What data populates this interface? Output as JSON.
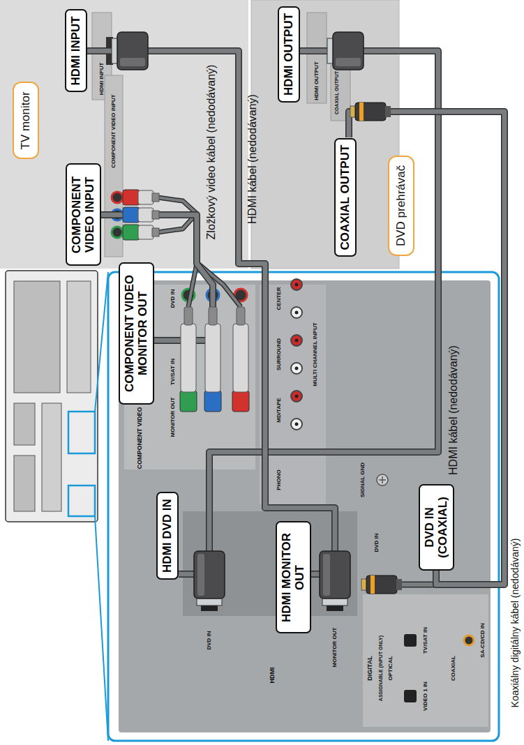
{
  "diagram": {
    "nodes": [
      {
        "text": [
          "TV monitor"
        ]
      },
      {
        "text": [
          "HDMI INPUT"
        ]
      },
      {
        "text": [
          "COMPONENT VIDEO INPUT"
        ]
      },
      {
        "text": [
          "DVD prehrávač"
        ]
      },
      {
        "text": [
          "HDMI OUTPUT"
        ]
      },
      {
        "text": [
          "COAXIAL OUTPUT"
        ]
      },
      {
        "text": [
          "COMPONENT VIDEO MONITOR OUT"
        ]
      },
      {
        "text": [
          "HDMI DVD IN"
        ]
      },
      {
        "text": [
          "HDMI MONITOR OUT"
        ]
      },
      {
        "text": [
          "DVD IN (COAXIAL)"
        ]
      }
    ],
    "edges": [
      {
        "from": 6,
        "to": 2,
        "arrow": "none",
        "label": "Zložkový video kábel (nedodávaný)"
      },
      {
        "from": 4,
        "to": 7,
        "arrow": "none",
        "label": "HDMI kábel (nedodávaný)"
      },
      {
        "from": 8,
        "to": 1,
        "arrow": "none",
        "label": "HDMI kábel (nedodávaný)"
      },
      {
        "from": 5,
        "to": 9,
        "arrow": "none",
        "label": "Koaxiálny digitálny kábel (nedodávaný)"
      }
    ],
    "labels": [
      "HDMI INPUT",
      "COMPONENT VIDEO INPUT",
      "HDMI OUTPUT",
      "COAXIAL OUTPUT",
      "COMPONENT VIDEO",
      "MONITOR OUT",
      "TV/SAT IN",
      "DVD IN",
      "PHONO",
      "MD/TAPE",
      "SURROUND",
      "CENTER",
      "MULTI CHANNEL INPUT",
      "SIGNAL GND",
      "HDMI",
      "DVD IN",
      "MONITOR OUT",
      "DIGITAL",
      "ASSIGNABLE (INPUT ONLY)",
      "OPTICAL",
      "VIDEO 1 IN",
      "TV/SAT IN",
      "COAXIAL",
      "DVD IN",
      "SA-CD/CD IN"
    ]
  }
}
